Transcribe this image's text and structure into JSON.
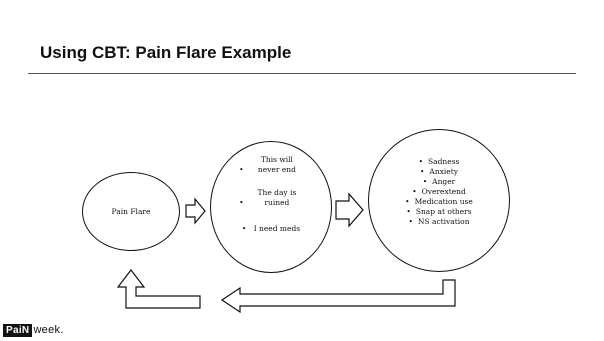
{
  "slide": {
    "title": "Using CBT: Pain Flare Example"
  },
  "diagram": {
    "trigger": "Pain Flare",
    "thoughts": [
      "This will never end",
      "The day is ruined",
      "I need meds"
    ],
    "responses": [
      "Sadness",
      "Anxiety",
      "Anger",
      "Overextend",
      "Medication use",
      "Snap at others",
      "NS activation"
    ]
  },
  "logo": {
    "text": "PaiNweek.",
    "pain": "PaiN",
    "week": "week."
  }
}
